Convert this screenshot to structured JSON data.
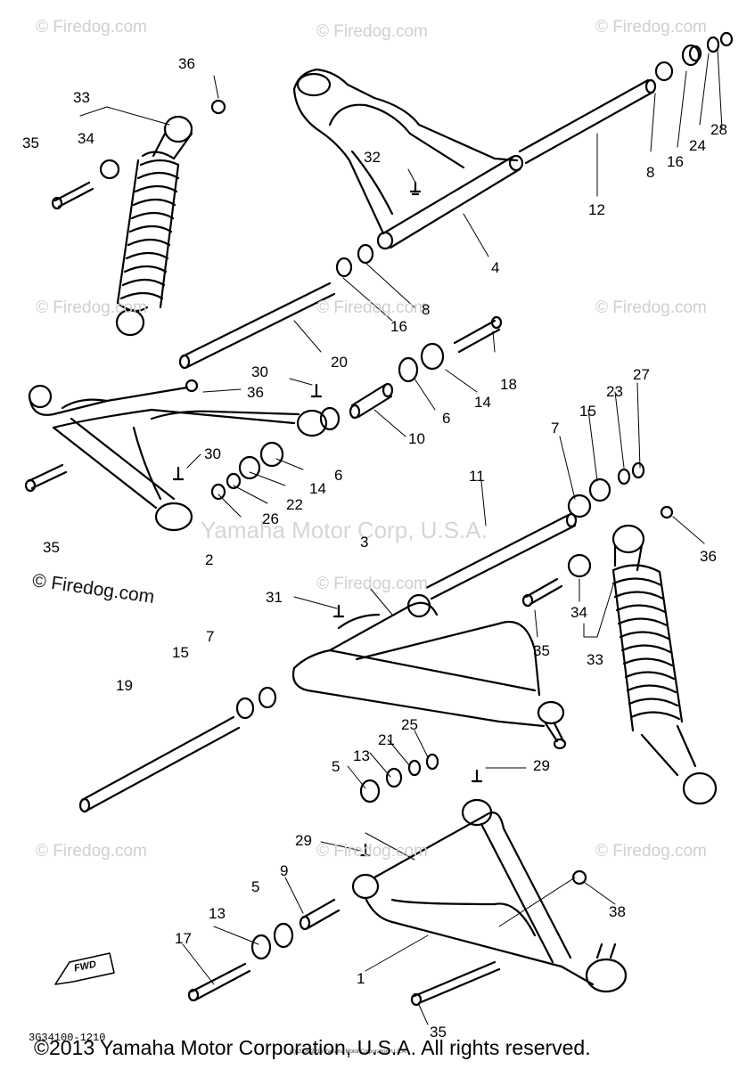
{
  "watermarks": {
    "small": "© Firedog.com",
    "brand": "© Firedog.com",
    "center": "Yamaha Motor Corp, U.S.A."
  },
  "callouts": [
    "36",
    "33",
    "34",
    "35",
    "32",
    "4",
    "12",
    "8",
    "16",
    "24",
    "28",
    "8",
    "16",
    "20",
    "30",
    "36",
    "18",
    "14",
    "6",
    "10",
    "30",
    "6",
    "14",
    "22",
    "26",
    "11",
    "7",
    "15",
    "23",
    "27",
    "36",
    "35",
    "2",
    "3",
    "31",
    "34",
    "35",
    "33",
    "7",
    "15",
    "19",
    "25",
    "21",
    "13",
    "5",
    "29",
    "29",
    "5",
    "9",
    "13",
    "38",
    "17",
    "1",
    "35"
  ],
  "diagram_code": "3G34100-1210",
  "fwd_label": "FWD",
  "tiny_copyright": "(c) 2005-2015 Yamaha Motor Corporation, U.S.A.",
  "footer_text": "©2013 Yamaha Motor Corporation, U.S.A. All rights reserved."
}
